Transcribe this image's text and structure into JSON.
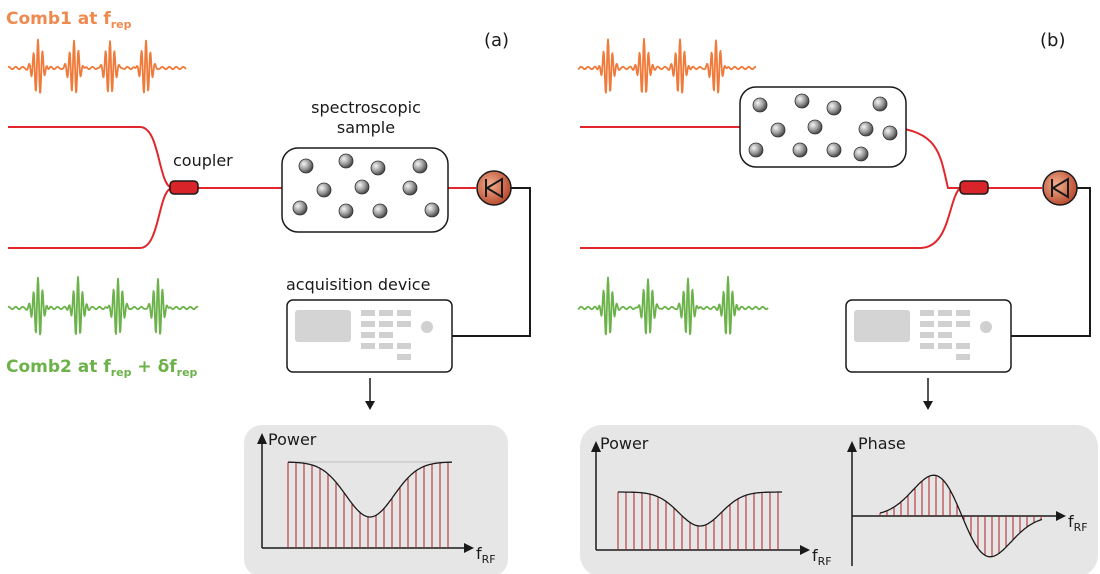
{
  "labels": {
    "comb1": "Comb1 at ",
    "comb1_sym": "f",
    "comb1_sub": "rep",
    "comb2": "Comb2 at ",
    "comb2_f": "f",
    "comb2_sub1": "rep",
    "comb2_plus": " + δf",
    "comb2_sub2": "rep",
    "panel_a": "(a)",
    "panel_b": "(b)",
    "coupler": "coupler",
    "sample_line1": "spectroscopic",
    "sample_line2": "sample",
    "acquisition": "acquisition device",
    "power": "Power",
    "phase": "Phase",
    "f": "f",
    "rf": "RF"
  },
  "colors": {
    "fiber": "#e3262b",
    "comb1": "#ef7a3a",
    "comb2": "#6cb24a",
    "coupler": "#d9242a",
    "detector": "#c4553a",
    "spectrum_bg": "#e6e6e6",
    "spectrum_line": "#b01e23"
  },
  "icons": {
    "detector": "photodiode-icon",
    "acquisition": "oscilloscope-icon",
    "sample": "particles-icon"
  }
}
